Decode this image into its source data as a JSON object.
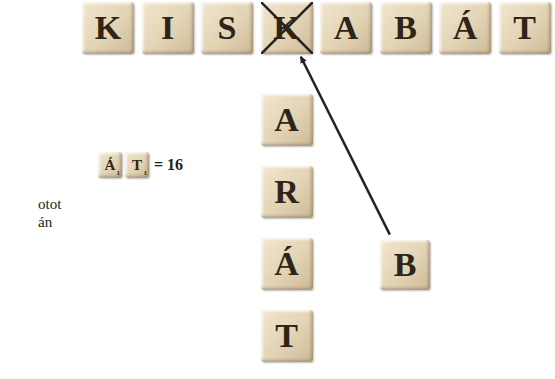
{
  "diagram": {
    "nodes": [
      {
        "text": [
          "K"
        ]
      },
      {
        "text": [
          "I"
        ]
      },
      {
        "text": [
          "S"
        ]
      },
      {
        "text": [
          "K"
        ]
      },
      {
        "text": [
          "A"
        ]
      },
      {
        "text": [
          "B"
        ]
      },
      {
        "text": [
          "Á"
        ]
      },
      {
        "text": [
          "T"
        ]
      },
      {
        "text": [
          "Á",
          "1"
        ]
      },
      {
        "text": [
          "T",
          "1"
        ]
      },
      {
        "text": [
          "A"
        ]
      },
      {
        "text": [
          "R"
        ]
      },
      {
        "text": [
          "Á"
        ]
      },
      {
        "text": [
          "T"
        ]
      },
      {
        "text": [
          "B"
        ]
      }
    ],
    "edges": [
      {
        "from": 14,
        "to": 3,
        "arrow": "to"
      }
    ],
    "labels": [
      "= 16",
      "otot",
      "án"
    ]
  }
}
